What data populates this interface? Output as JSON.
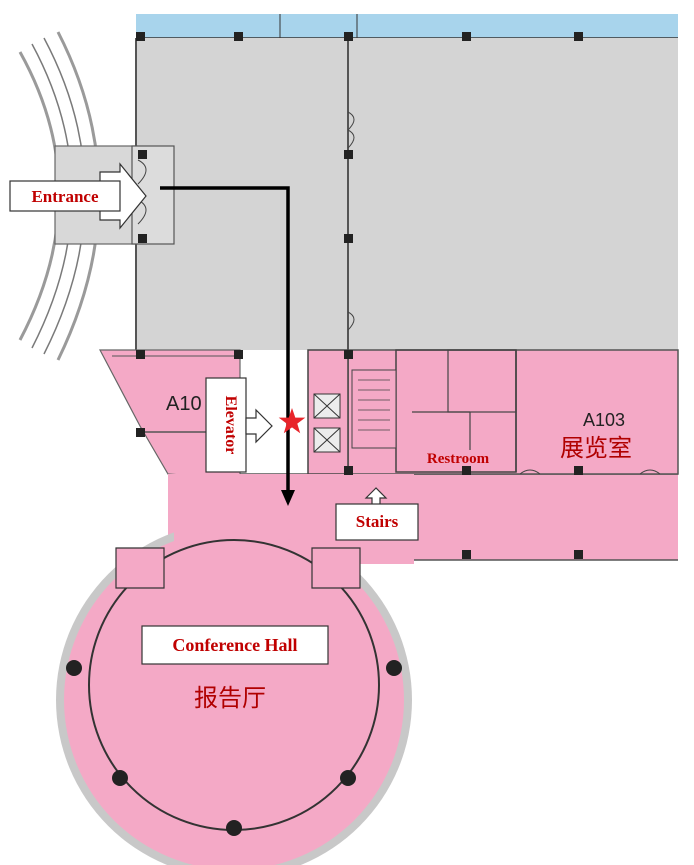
{
  "labels": {
    "entrance": "Entrance",
    "elevator": "Elevator",
    "restroom": "Restroom",
    "stairs": "Stairs",
    "conference_hall": "Conference Hall",
    "room_a101": "A10",
    "room_a103": "A103",
    "room_a103_cn": "展览室",
    "hall_cn": "报告厅"
  },
  "markers": {
    "you_are_here": "star-icon"
  },
  "colors": {
    "pink_area": "#f4a9c6",
    "gray_area": "#d4d4d4",
    "blue_area": "#a8d4ec",
    "outline_gray": "#c8c8c8",
    "label_red": "#c00000",
    "star_red": "#e8242a",
    "route": "#000000"
  }
}
